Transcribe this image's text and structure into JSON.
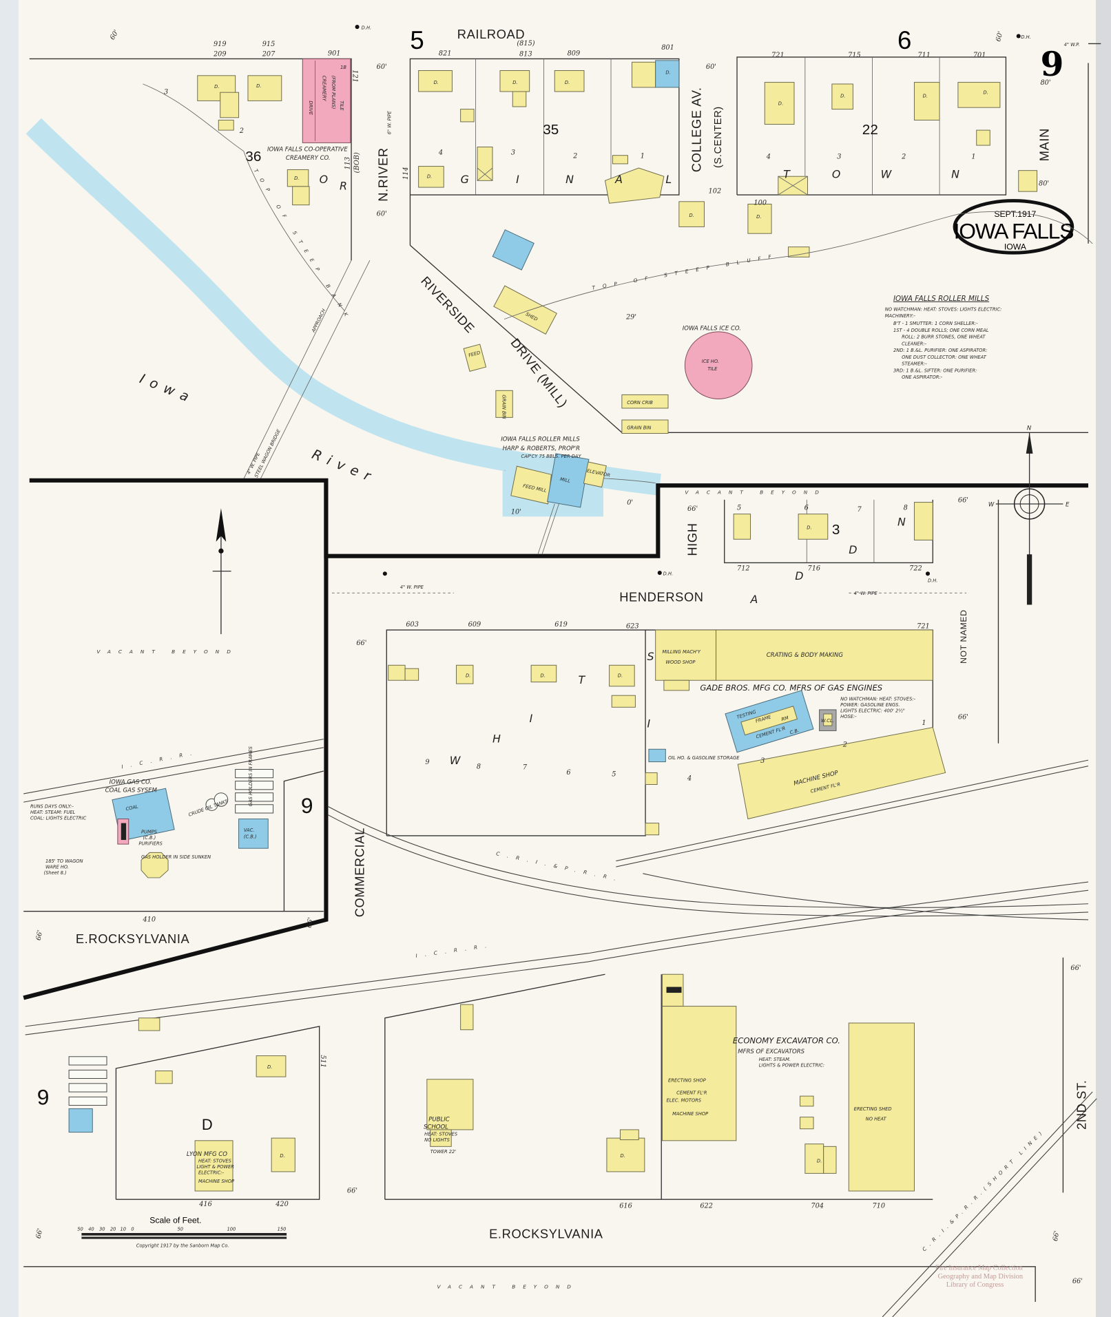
{
  "colors": {
    "paper": "#f8f6ee",
    "dwelling_frame": "#f4eb9c",
    "brick": "#f3a9bd",
    "concrete_block": "#8fcbe6",
    "river": "#bfe4ef"
  },
  "cartouche": {
    "date": "SEPT.1917",
    "city": "IOWA FALLS",
    "state": "IOWA"
  },
  "sheet_number": "9",
  "key_map_numbers": {
    "left": "5",
    "right": "6"
  },
  "streets": {
    "railroad": "RAILROAD",
    "n_river": "N.RIVER",
    "college_av": "COLLEGE AV.",
    "college_alt": "(S.CENTER)",
    "main": "MAIN",
    "riverside": "RIVERSIDE",
    "drive_mill": "DRIVE (MILL)",
    "high": "HIGH",
    "henderson": "HENDERSON",
    "commercial": "COMMERCIAL",
    "not_named": "NOT NAMED",
    "e_rocksylvania_upper": "E.ROCKSYLVANIA",
    "e_rocksylvania_lower": "E.ROCKSYLVANIA",
    "second_st": "2ND ST."
  },
  "blocks": {
    "b36": "36",
    "b35": "35",
    "b22": "22",
    "b3": "3",
    "b9a": "9",
    "b9b": "9",
    "d": "D"
  },
  "addition_letters": {
    "original_town": [
      "O",
      "R",
      "G",
      "I",
      "N",
      "A",
      "L",
      "T",
      "O",
      "W",
      "N"
    ],
    "whit": [
      "W",
      "H",
      "I",
      "T",
      "S",
      "I"
    ],
    "dan": [
      "D",
      "A",
      "N",
      "D"
    ]
  },
  "lots": {
    "b35": [
      "4",
      "3",
      "2",
      "1"
    ],
    "b22": [
      "4",
      "3",
      "2",
      "1"
    ],
    "b3": [
      "5",
      "6",
      "7",
      "8"
    ],
    "whit": [
      "9",
      "8",
      "7",
      "6",
      "5",
      "4"
    ],
    "misc": [
      "3",
      "2",
      "1",
      "2",
      "3"
    ]
  },
  "addresses": {
    "top": [
      "919",
      "209",
      "915",
      "207",
      "901",
      "821",
      "(815)",
      "813",
      "809",
      "801",
      "721",
      "715",
      "711",
      "701"
    ],
    "henderson_s": [
      "603",
      "609",
      "619",
      "623",
      "721"
    ],
    "henderson_n": [
      "712",
      "716",
      "722"
    ],
    "rocksylvania": [
      "410",
      "416",
      "420",
      "616",
      "622",
      "704",
      "710"
    ],
    "side": [
      "121",
      "113",
      "(BOB)",
      "114",
      "100",
      "102",
      "511"
    ]
  },
  "street_widths": [
    "60'",
    "60'",
    "60'",
    "60'",
    "60'",
    "80'",
    "80'",
    "66'",
    "66'",
    "66'",
    "66'",
    "66'",
    "66'",
    "66'",
    "66'",
    "66'",
    "66'",
    "66'",
    "10'",
    "0'",
    "29'"
  ],
  "utility_notes": {
    "dh": "D.H.",
    "wp_main": "4\" W.P.",
    "pipe6": "6\" W. PIPE",
    "pipe4": "4\" W. PIPE",
    "pipe4b": "4\" W. PIPE",
    "bridge_pipe": "4\" W. PIPE",
    "bridge": "STEEL WAGON BRIDGE",
    "approach": "APPROACH"
  },
  "natural": {
    "river1": "Iowa",
    "river2": "River",
    "bank": "TOP OF STEEP BANK",
    "bluff": "TOP OF STEEP BLUFF",
    "vacant": "VACANT BEYOND"
  },
  "railroads": {
    "icrr": "I.C.R.R.",
    "crip": "C.R.I.&P.R.R.",
    "crip_short": "C.R.I.&P.R.R.(SHORT LINE)"
  },
  "creamery": {
    "name1": "IOWA FALLS CO-OPERATIVE",
    "name2": "CREAMERY CO.",
    "inside1": "CREAMERY",
    "inside2": "(FROM PLANS)",
    "inside3": "TILE",
    "drive": "DRIVE",
    "story": "1B"
  },
  "ice_co": {
    "name": "IOWA FALLS ICE CO.",
    "inside1": "ICE HO.",
    "inside2": "TILE"
  },
  "mills": {
    "name": "IOWA FALLS ROLLER MILLS",
    "prop": "HARP & ROBERTS, PROP'R",
    "capacity": "CAP'CY 75 BBLS. PER DAY",
    "feed_mill": "FEED MILL",
    "mill": "MILL",
    "elevator": "ELEVATOR",
    "corn_crib": "CORN CRIB",
    "grain_bin": "GRAIN BIN",
    "grain_bin2": "GRAIN BIN",
    "feed": "FEED",
    "shed": "SHED"
  },
  "mill_legend": {
    "title": "IOWA FALLS ROLLER MILLS",
    "lines": [
      "NO WATCHMAN: HEAT: STOVES: LIGHTS ELECTRIC:",
      "MACHINERY:-",
      "B'T - 1 SMUTTER: 1 CORN SHELLER:-",
      "1ST - 4 DOUBLE ROLLS; ONE CORN MEAL",
      "ROLL: 2 BURR STONES, ONE WHEAT",
      "CLEANER:-",
      "2ND: 1 B.&L. PURIFIER: ONE ASPIRATOR:",
      "ONE DUST COLLECTOR: ONE WHEAT",
      "STEAMER:-",
      "3RD: 1 B.&L. SIFTER: ONE PURIFIER:",
      "ONE ASPIRATOR:-"
    ]
  },
  "gade": {
    "name": "GADE BROS. MFG CO. MFRS OF GAS ENGINES",
    "notes": [
      "NO WATCHMAN: HEAT: STOVES:-",
      "POWER: GASOLINE ENGS.",
      "LIGHTS ELECTRIC: 400' 2½\"",
      "HOSE:-"
    ],
    "milling": "MILLING MACH'Y",
    "wood": "WOOD SHOP",
    "crating": "CRATING & BODY MAKING",
    "testing": "TESTING",
    "frame": "FRAME",
    "rm": "RM",
    "cement": "CEMENT FL'R",
    "cb": "C.B.",
    "wcl": "W.CL.",
    "machine": "MACHINE SHOP",
    "machine_floor": "CEMENT FL'R",
    "oil": "OIL HO. & GASOLINE STORAGE"
  },
  "gas_co": {
    "name1": "IOWA GAS CO.",
    "name2": "COAL GAS SYSEM",
    "notes": [
      "RUNS DAYS ONLY:-",
      "HEAT: STEAM: FUEL",
      "COAL: LIGHTS ELECTRIC"
    ],
    "coal": "COAL",
    "pumps": "PUMPS",
    "cb": "(C.B.)",
    "purifiers": "PURIFIERS",
    "crude": "CRUDE OIL TANKS",
    "holder": "GAS HOLDER IN SIDE SUNKEN",
    "holders": "GAS HOLDERS IN FRAMES",
    "vac": "VAC.",
    "vac_cb": "(C.B.)",
    "ref": [
      "185' TO WAGON",
      "WARE HO.",
      "(Sheet 8.)"
    ]
  },
  "lyon": {
    "name": "LYON MFG CO",
    "notes": [
      "HEAT: STOVES",
      "LIGHT & POWER",
      "ELECTRIC:-"
    ],
    "shop": "MACHINE SHOP"
  },
  "school": {
    "name1": "PUBLIC",
    "name2": "SCHOOL",
    "notes": [
      "HEAT: STOVES",
      "NO LIGHTS"
    ],
    "tower": "TOWER 22'"
  },
  "economy": {
    "name": "ECONOMY EXCAVATOR CO.",
    "sub": "MFRS OF EXCAVATORS",
    "notes": [
      "HEAT: STEAM.",
      "LIGHTS & POWER ELECTRIC:"
    ],
    "erecting": "ERECTING SHOP",
    "cement": "CEMENT FL'R",
    "motors": "ELEC. MOTORS",
    "machine": "MACHINE SHOP",
    "shed": "ERECTING SHED",
    "noheat": "NO HEAT"
  },
  "dwelling_mark": "D.",
  "compass": {
    "n": "N",
    "e": "E",
    "w": "W"
  },
  "scale": {
    "title": "Scale of Feet.",
    "ticks": [
      "50",
      "40",
      "30",
      "20",
      "10",
      "0",
      "50",
      "100",
      "150"
    ],
    "copyright": "Copyright 1917 by the Sanborn Map Co."
  },
  "stamp": [
    "Fire Insurance Map Collection",
    "Geography and Map Division",
    "Library of Congress"
  ]
}
